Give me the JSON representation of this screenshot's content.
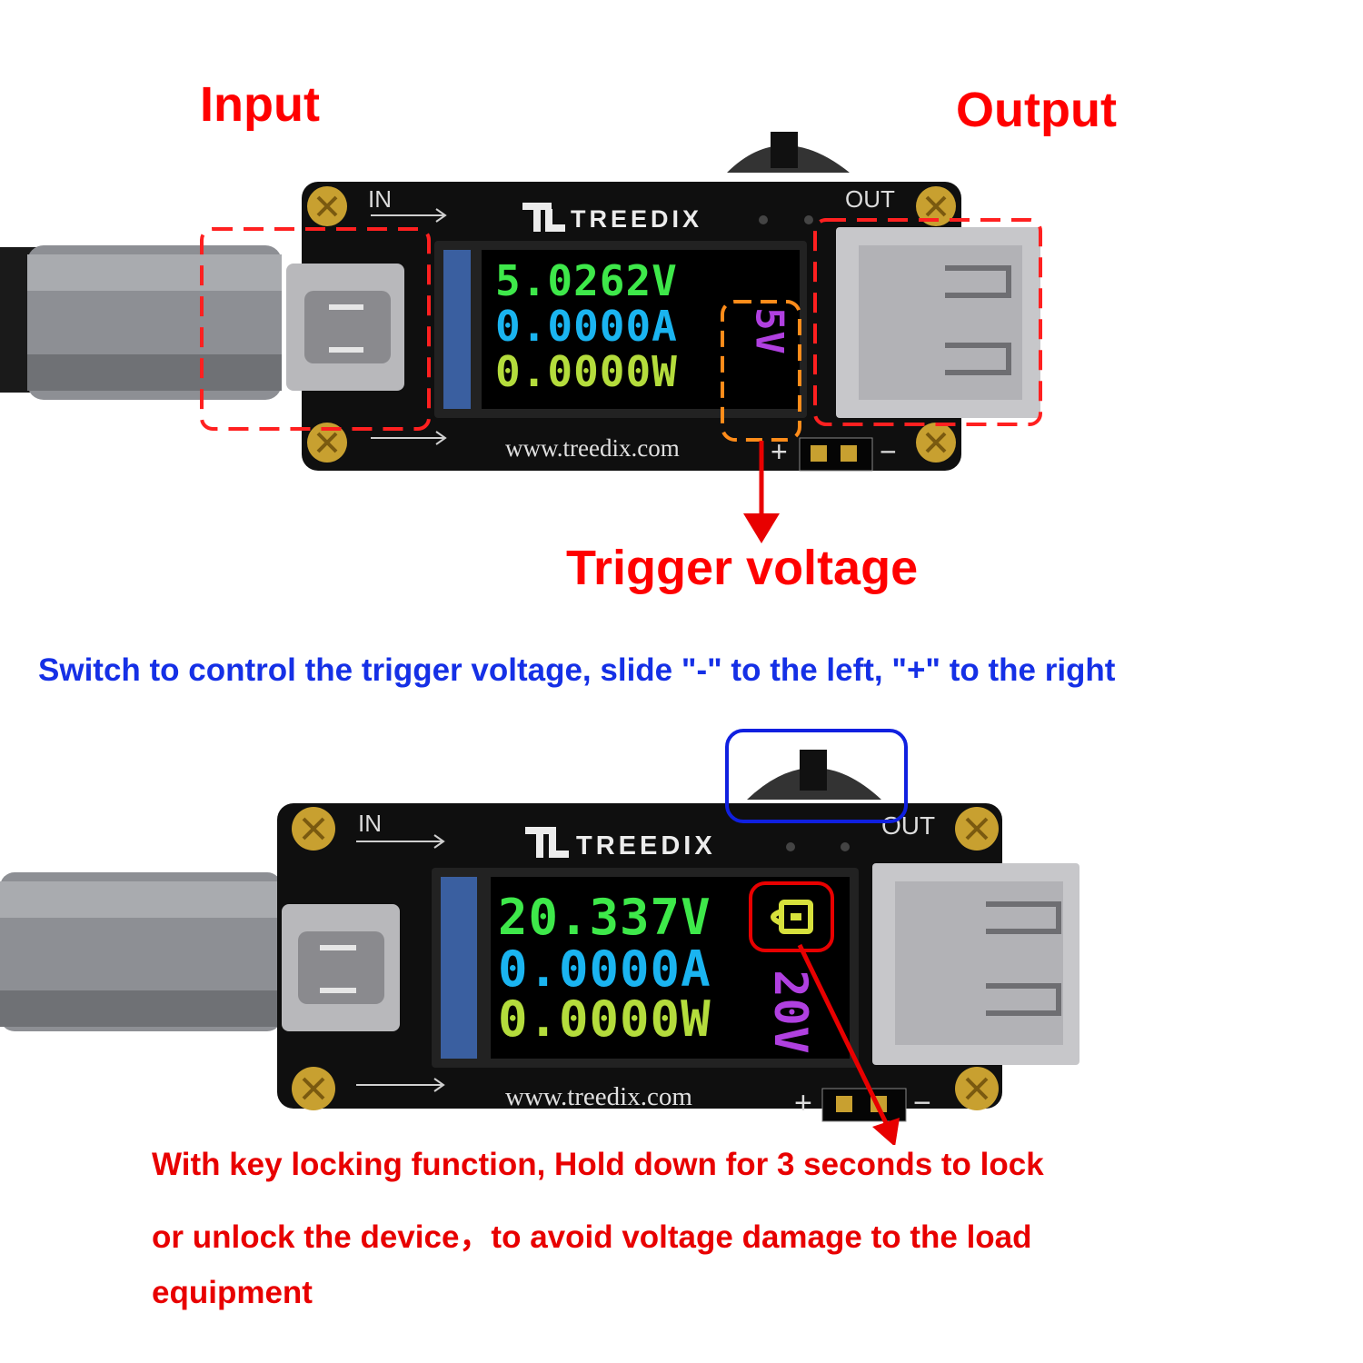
{
  "labels": {
    "input": "Input",
    "output": "Output",
    "trigger_voltage": "Trigger voltage",
    "switch_note": "Switch to control the trigger voltage, slide \"-\" to the left, \"+\" to the right",
    "lock_note_line1": "With key locking function, Hold down for 3 seconds to lock",
    "lock_note_line2": "or unlock the device，to avoid voltage damage to the load",
    "lock_note_line3": "equipment"
  },
  "device_top": {
    "brand": "TREEDIX",
    "in_label": "IN",
    "out_label": "OUT",
    "url": "www.treedix.com",
    "plus": "+",
    "minus": "−",
    "voltage": "5.0262V",
    "current": "0.0000A",
    "power": "0.0000W",
    "trigger": "5V"
  },
  "device_bottom": {
    "brand": "TREEDIX",
    "in_label": "IN",
    "out_label": "OUT",
    "url": "www.treedix.com",
    "plus": "+",
    "minus": "−",
    "voltage": "20.337V",
    "current": "0.0000A",
    "power": "0.0000W",
    "trigger": "20V"
  },
  "colors": {
    "annotation_red": "#ff0000",
    "annotation_blue": "#1530e6",
    "lcd_voltage": "#3ee84a",
    "lcd_current": "#1ab4f0",
    "lcd_power": "#b4dc3c",
    "lcd_trigger": "#b040e0",
    "lock_icon": "#d6e03c"
  },
  "icons": [
    "lock-icon",
    "screw-icon",
    "usb-c-port-icon",
    "usb-a-port-icon",
    "slide-switch-icon"
  ]
}
